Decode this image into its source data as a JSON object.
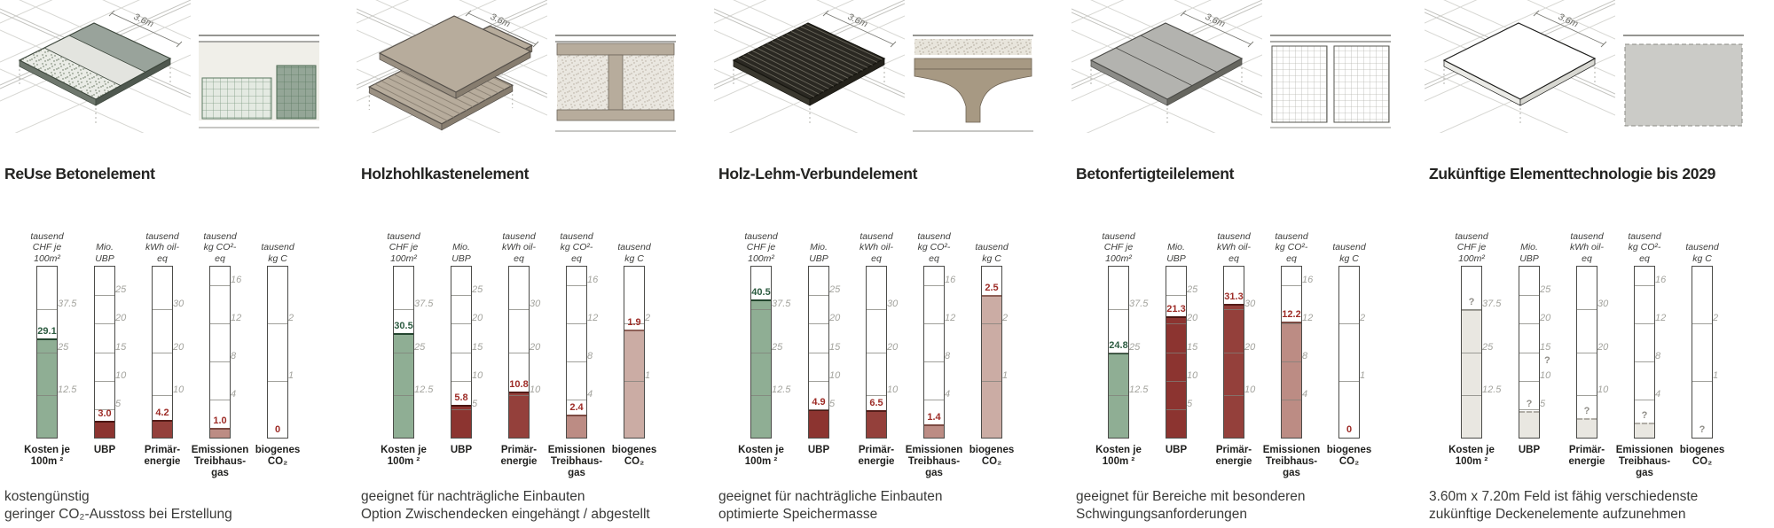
{
  "page_background": "#ffffff",
  "chart_data": {
    "type": "bar",
    "description": "Comparison of five ceiling element technologies, each rated on five bar gauges",
    "metrics": [
      {
        "id": "kosten",
        "header_lines": [
          "tausend",
          "CHF je",
          "100m²"
        ],
        "bottom_label_lines": [
          "Kosten je",
          "100m ²"
        ],
        "axis_max": 50,
        "ticks": [
          12.5,
          25,
          37.5
        ],
        "tick_labels": [
          "12.5",
          "25",
          "37.5"
        ],
        "bar_color": "#8fae94",
        "edge_color": "#24462f",
        "value_color": "#2d5c41"
      },
      {
        "id": "ubp",
        "header_lines": [
          "Mio.",
          "UBP"
        ],
        "bottom_label_lines": [
          "UBP"
        ],
        "axis_max": 30,
        "ticks": [
          5,
          10,
          15,
          20,
          25
        ],
        "tick_labels": [
          "5",
          "10",
          "15",
          "20",
          "25"
        ],
        "bar_color": "#8c3430",
        "edge_color": "#4a1511",
        "value_color": "#9d2b26"
      },
      {
        "id": "primaerenergie",
        "header_lines": [
          "tausend",
          "kWh oil-",
          "eq"
        ],
        "bottom_label_lines": [
          "Primär-",
          "energie"
        ],
        "axis_max": 40,
        "ticks": [
          10,
          20,
          30
        ],
        "tick_labels": [
          "10",
          "20",
          "30"
        ],
        "bar_color": "#94403b",
        "edge_color": "#541c18",
        "value_color": "#9d2b26"
      },
      {
        "id": "emissionen_treibhausgas",
        "header_lines": [
          "tausend",
          "kg CO²-",
          "eq"
        ],
        "bottom_label_lines": [
          "Emissionen",
          "Treibhaus-",
          "gas"
        ],
        "axis_max": 18,
        "ticks": [
          4,
          8,
          12,
          16
        ],
        "tick_labels": [
          "4",
          "8",
          "12",
          "16"
        ],
        "bar_color": "#bc8c84",
        "edge_color": "#7c4a42",
        "value_color": "#9d2b26"
      },
      {
        "id": "biogenes_co2",
        "header_lines": [
          "tausend",
          "kg C"
        ],
        "bottom_label_lines": [
          "biogenes",
          "CO₂"
        ],
        "axis_max": 3,
        "ticks": [
          1,
          2
        ],
        "tick_labels": [
          "1",
          "2"
        ],
        "bar_color": "#cbaca4",
        "edge_color": "#8e6158",
        "value_color": "#9d2b26"
      }
    ],
    "groups": [
      {
        "title": "ReUse Betonelement",
        "values": [
          29.1,
          3.0,
          4.2,
          1.0,
          0
        ],
        "value_labels": [
          "29.1",
          "3.0",
          "4.2",
          "1.0",
          "0"
        ],
        "description_lines": [
          "kostengünstig",
          "geringer CO₂-Ausstoss bei Erstellung"
        ],
        "diagram": {
          "dimension": "3.6m",
          "iso_outline": "#3c463b",
          "iso_band_fills": [
            "speckle",
            "#e3e4df",
            "#99a39b"
          ],
          "speck_bg": "#eaece6",
          "speck_dot": "#5f6d58",
          "sec_a": "#e4eae2",
          "sec_a_line": "#7e9a82",
          "sec_b": "#94a697",
          "sec_b_line": "#5c7a62"
        }
      },
      {
        "title": "Holzhohlkastenelement",
        "values": [
          30.5,
          5.8,
          10.8,
          2.4,
          1.9
        ],
        "value_labels": [
          "30.5",
          "5.8",
          "10.8",
          "2.4",
          "1.9"
        ],
        "description_lines": [
          "geeignet für nachträgliche Einbauten",
          "Option Zwischendecken eingehängt / abgestellt"
        ],
        "diagram": {
          "dimension": "3.6m",
          "iso_outline": "#55504a",
          "plate": "#b7ac9c",
          "plate_dark": "#8f8577",
          "speck_bg": "#eae7e0",
          "speck_dot": "#b3ab9d"
        }
      },
      {
        "title": "Holz-Lehm-Verbundelement",
        "values": [
          40.5,
          4.9,
          6.5,
          1.4,
          2.5
        ],
        "value_labels": [
          "40.5",
          "4.9",
          "6.5",
          "1.4",
          "2.5"
        ],
        "description_lines": [
          "geeignet für nachträgliche Einbauten",
          "optimierte Speichermasse"
        ],
        "diagram": {
          "dimension": "3.6m",
          "iso_outline": "#16150f",
          "slab": "#2a2822",
          "rib": "#6b685c",
          "sec_tan": "#a79983",
          "sec_tan_line": "#6e6354",
          "speck_bg": "#e8e5dc",
          "speck_dot": "#aaa294"
        }
      },
      {
        "title": "Betonfertigteilelement",
        "values": [
          24.8,
          21.3,
          31.3,
          12.2,
          0
        ],
        "value_labels": [
          "24.8",
          "21.3",
          "31.3",
          "12.2",
          "0"
        ],
        "description_lines": [
          "geeignet für Bereiche mit besonderen",
          "Schwingungsanforderungen"
        ],
        "diagram": {
          "dimension": "3.6m",
          "iso_outline": "#4b4b47",
          "slab": "#b3b3af",
          "band_line": "#6f6f6b",
          "grid_line": "#b6b6b0",
          "grid_frame": "#55554f"
        }
      },
      {
        "title": "Zukünftige Elementtechnologie bis 2029",
        "values": [
          null,
          null,
          null,
          null,
          null
        ],
        "value_labels": [
          "?",
          "?",
          "?",
          "?",
          "?"
        ],
        "uncertain": true,
        "bar_levels": [
          37.5,
          4.6,
          4.6,
          1.6,
          0
        ],
        "uncertain_bar_color": "#e9e7e1",
        "uncertain_value_color": "#8f8d87",
        "extra_markers": [
          {
            "metric": 1,
            "label": "?",
            "level": 13.5
          }
        ],
        "description_lines": [
          "3.60m x 7.20m Feld ist fähig verschiedenste",
          "zukünftige Deckenelemente aufzunehmen"
        ],
        "diagram": {
          "dimension": "3.6m",
          "iso_outline": "#1c1c1a",
          "slab": "#ffffff",
          "sec_fill": "#cbcbc7",
          "sec_border": "#8b8b85"
        }
      }
    ]
  }
}
